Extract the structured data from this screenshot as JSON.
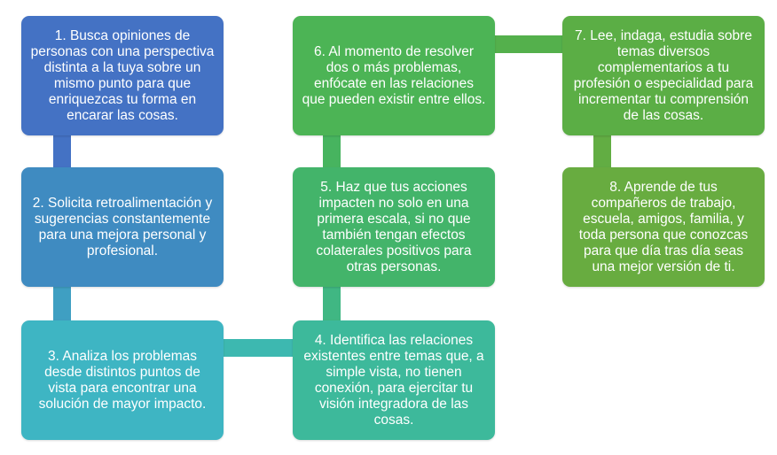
{
  "steps": [
    {
      "label": "1. Busca opiniones de personas con una perspectiva distinta a la tuya sobre un mismo punto para que enriquezcas tu forma en encarar las cosas.",
      "color": "#4472C4"
    },
    {
      "label": "2. Solicita retroalimentación y sugerencias constantemente para una mejora personal y profesional.",
      "color": "#3F8BC1"
    },
    {
      "label": "3. Analiza los problemas desde distintos puntos de vista para encontrar una solución de mayor impacto.",
      "color": "#3EB5C3"
    },
    {
      "label": "4. Identifica las relaciones existentes entre temas que, a simple vista, no tienen conexión, para ejercitar tu visión integradora de las cosas.",
      "color": "#3DB99B"
    },
    {
      "label": "5. Haz que tus acciones impacten no solo en una primera escala, si no que también tengan efectos colaterales positivos para otras personas.",
      "color": "#43B46A"
    },
    {
      "label": "6. Al momento de resolver dos o más problemas, enfócate en las relaciones que pueden existir entre ellos.",
      "color": "#4CB455"
    },
    {
      "label": "7. Lee, indaga, estudia sobre temas diversos complementarios a tu profesión o especialidad para incrementar tu comprensión de las cosas.",
      "color": "#5BAE45"
    },
    {
      "label": "8. Aprende de tus compañeros de trabajo, escuela, amigos, familia, y toda persona que conozcas para que día tras día seas una mejor versión de ti.",
      "color": "#68AC40"
    }
  ],
  "connectors": [
    {
      "from": 1,
      "to": 2,
      "color": "#4472C4"
    },
    {
      "from": 2,
      "to": 3,
      "color": "#3F9FC2"
    },
    {
      "from": 3,
      "to": 4,
      "color": "#3DB8B0"
    },
    {
      "from": 4,
      "to": 5,
      "color": "#40B783"
    },
    {
      "from": 5,
      "to": 6,
      "color": "#47B45F"
    },
    {
      "from": 6,
      "to": 7,
      "color": "#54B04C"
    },
    {
      "from": 7,
      "to": 8,
      "color": "#62AD43"
    }
  ]
}
